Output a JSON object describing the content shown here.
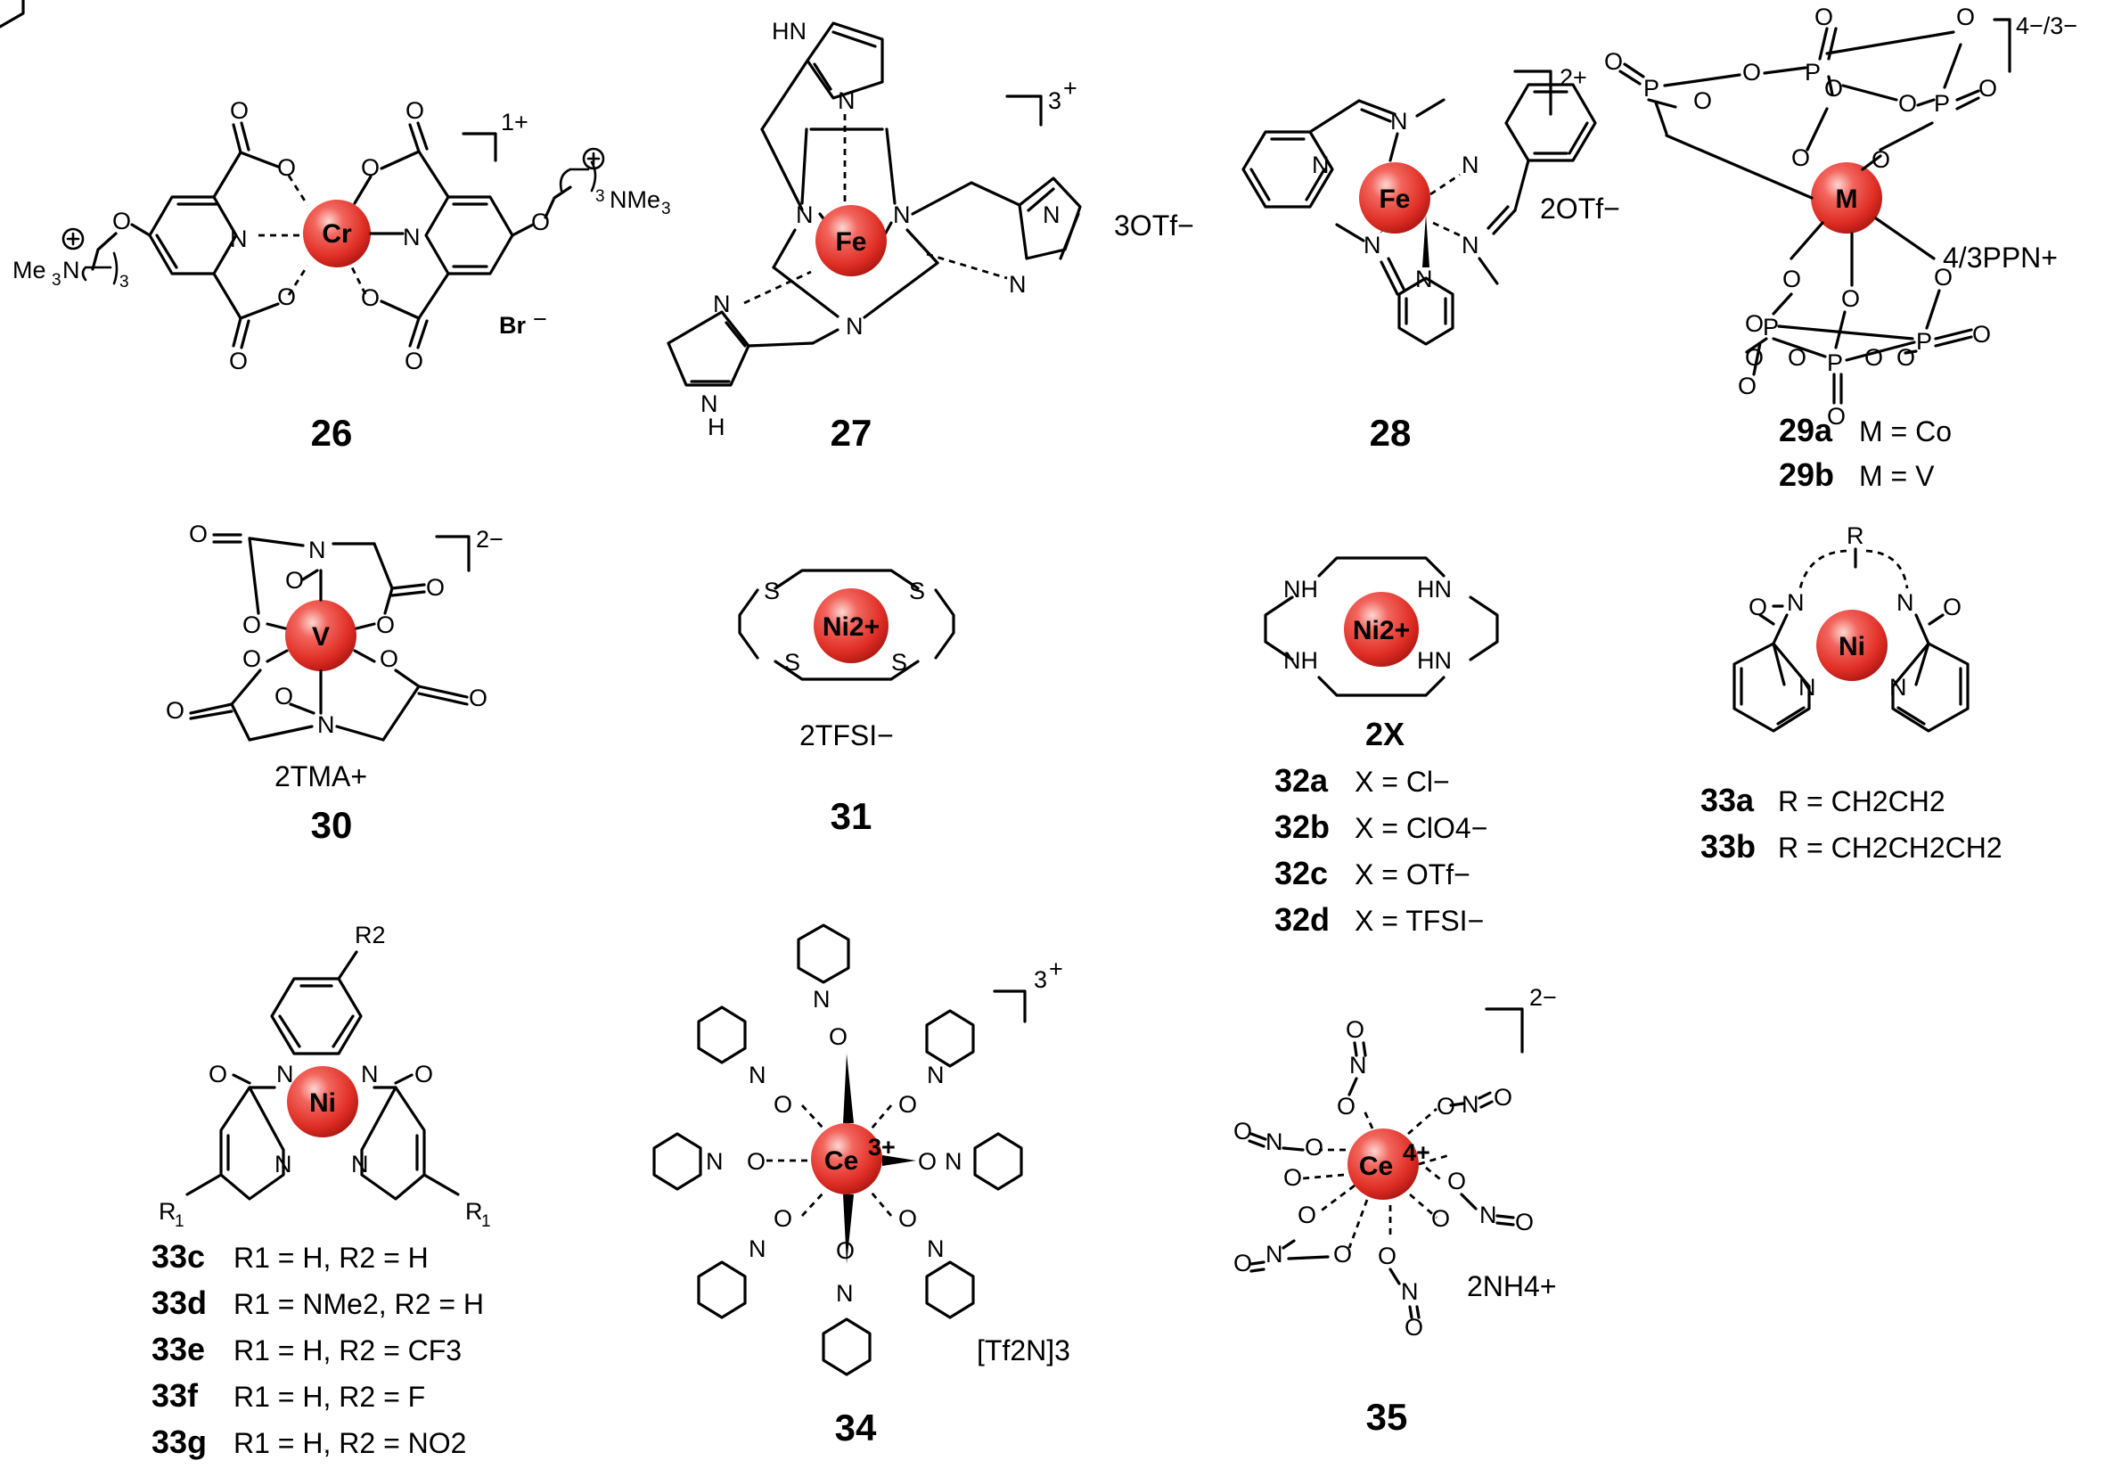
{
  "compounds": [
    {
      "number": "26",
      "metal": "Cr",
      "charge": "1+",
      "counterion": "Br−",
      "extra": [
        "Me3N",
        "NMe3",
        "3",
        "3"
      ]
    },
    {
      "number": "27",
      "metal": "Fe",
      "charge": "3+",
      "counterion": "3OTf−",
      "extra": [
        "HN",
        "N",
        "H"
      ]
    },
    {
      "number": "28",
      "metal": "Fe",
      "charge": "2+",
      "counterion": "2OTf−"
    },
    {
      "number": "29",
      "metal": "M",
      "charge": "4−/3−",
      "counterion": "4/3PPN+",
      "variants": [
        {
          "id": "29a",
          "text": "M = Co"
        },
        {
          "id": "29b",
          "text": "M = V"
        }
      ]
    },
    {
      "number": "30",
      "metal": "V",
      "charge": "2−",
      "counterion": "2TMA+"
    },
    {
      "number": "31",
      "metal": "Ni2+",
      "counterion": "2TFSI−"
    },
    {
      "number": "32",
      "metal": "Ni2+",
      "counterion": "2X",
      "variants": [
        {
          "id": "32a",
          "text": "X = Cl−"
        },
        {
          "id": "32b",
          "text": "X = ClO4−"
        },
        {
          "id": "32c",
          "text": "X = OTf−"
        },
        {
          "id": "32d",
          "text": "X = TFSI−"
        }
      ]
    },
    {
      "number": "33",
      "metal": "Ni",
      "substituent": "R",
      "variants": [
        {
          "id": "33a",
          "text": "R = CH2CH2"
        },
        {
          "id": "33b",
          "text": "R = CH2CH2CH2"
        }
      ]
    },
    {
      "number": "33cg",
      "metal": "Ni",
      "substituents": [
        "R1",
        "R1",
        "R2"
      ],
      "variants": [
        {
          "id": "33c",
          "text": "R1 = H, R2 = H"
        },
        {
          "id": "33d",
          "text": "R1 = NMe2, R2 = H"
        },
        {
          "id": "33e",
          "text": "R1 = H, R2 = CF3"
        },
        {
          "id": "33f",
          "text": "R1 = H, R2 = F"
        },
        {
          "id": "33g",
          "text": "R1 = H, R2 = NO2"
        }
      ]
    },
    {
      "number": "34",
      "metal": "Ce3+",
      "charge": "3+",
      "counterion": "[Tf2N]3"
    },
    {
      "number": "35",
      "metal": "Ce4+",
      "charge": "2−",
      "counterion": "2NH4+"
    }
  ]
}
